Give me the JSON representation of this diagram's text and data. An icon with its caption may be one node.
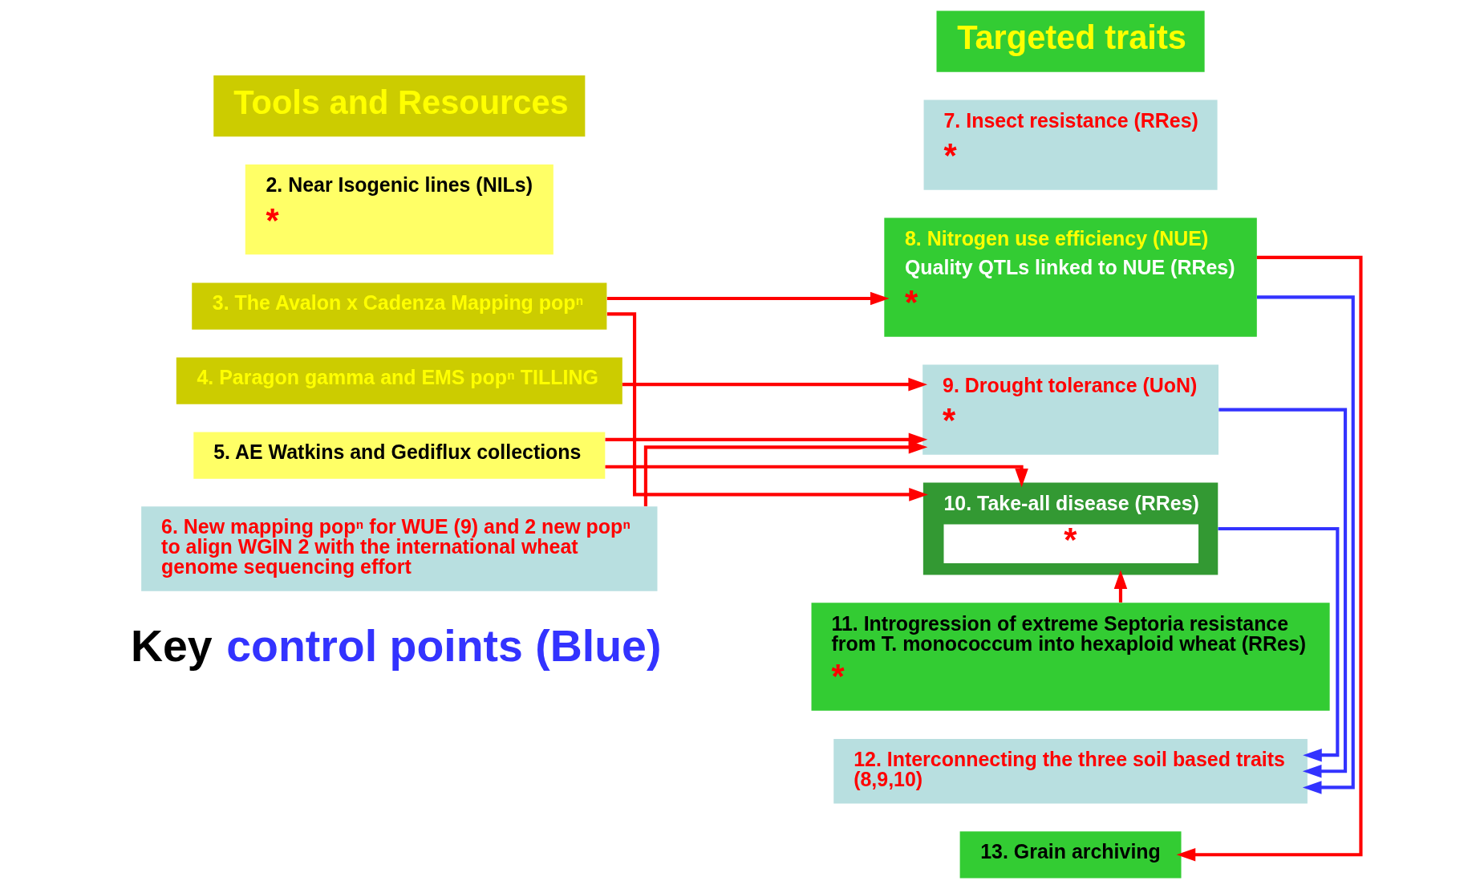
{
  "diagram": {
    "nodes": [
      {
        "text": [
          "Tools and Resources"
        ]
      },
      {
        "text": [
          "Targeted traits"
        ]
      },
      {
        "text": [
          "2. Near Isogenic lines (NILs)",
          "*"
        ]
      },
      {
        "text": [
          "3. The Avalon x Cadenza Mapping popⁿ"
        ]
      },
      {
        "text": [
          "4. Paragon gamma and EMS popⁿ TILLING"
        ]
      },
      {
        "text": [
          "5. AE Watkins and Gediflux collections"
        ]
      },
      {
        "text": [
          "6. New mapping popⁿ for WUE (9) and 2 new popⁿ to align WGIN 2 with the international wheat genome sequencing effort"
        ]
      },
      {
        "text": [
          "7. Insect resistance (RRes)",
          "*"
        ]
      },
      {
        "text": [
          "8. Nitrogen use efficiency (NUE)",
          "Quality QTLs linked to NUE (RRes)",
          "*"
        ]
      },
      {
        "text": [
          "9. Drought tolerance (UoN)",
          "*"
        ]
      },
      {
        "text": [
          "10. Take-all disease (RRes)",
          "*"
        ]
      },
      {
        "text": [
          "11. Introgression of extreme Septoria resistance from T. monococcum into hexaploid wheat (RRes)",
          "*"
        ]
      },
      {
        "text": [
          "12. Interconnecting the three soil based traits (8,9,10)"
        ]
      },
      {
        "text": [
          "13. Grain archiving"
        ]
      }
    ],
    "edges": [
      {
        "from": 3,
        "to": 8,
        "arrow": "to"
      },
      {
        "from": 3,
        "to": 10,
        "arrow": "to"
      },
      {
        "from": 4,
        "to": 9,
        "arrow": "to"
      },
      {
        "from": 6,
        "to": 9,
        "arrow": "to"
      },
      {
        "from": 5,
        "to": 9,
        "arrow": "to"
      },
      {
        "from": 5,
        "to": 10,
        "arrow": "to"
      },
      {
        "from": 11,
        "to": 10,
        "arrow": "to"
      },
      {
        "from": 8,
        "to": 12,
        "arrow": "to",
        "color": "#3333ff"
      },
      {
        "from": 9,
        "to": 12,
        "arrow": "to",
        "color": "#3333ff"
      },
      {
        "from": 10,
        "to": 12,
        "arrow": "to",
        "color": "#3333ff"
      },
      {
        "from": 8,
        "to": 13,
        "arrow": "to"
      }
    ],
    "labels": [
      "Key control points (Blue)"
    ]
  }
}
